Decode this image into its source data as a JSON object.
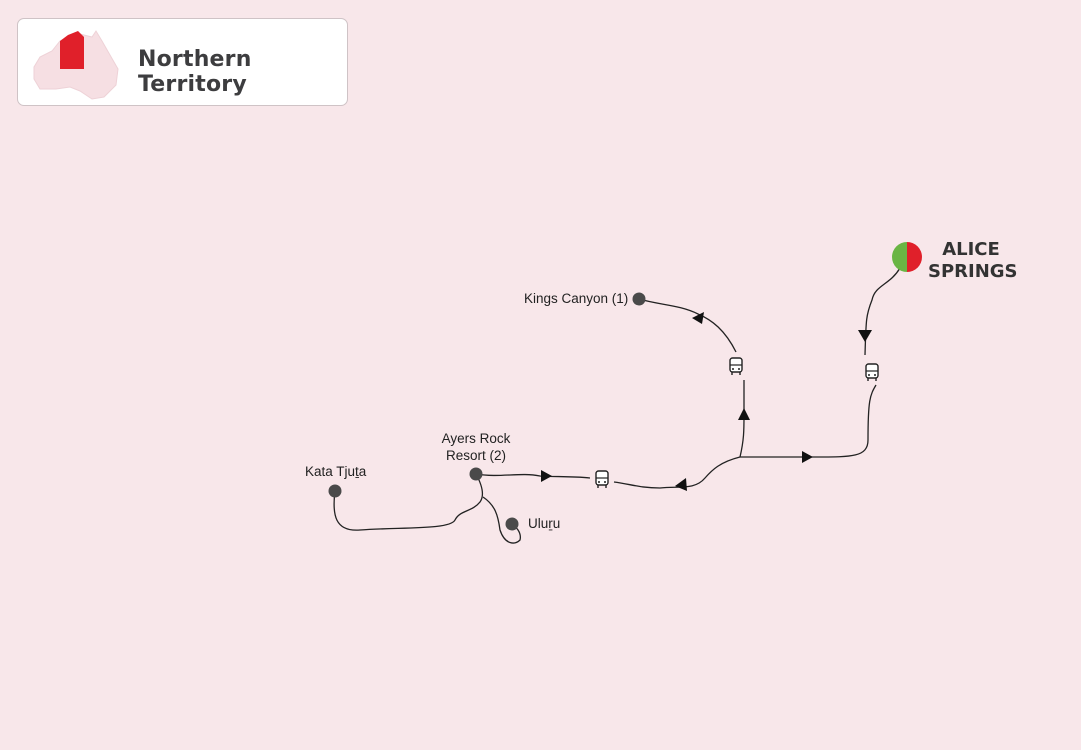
{
  "region_card": {
    "title": "Northern Territory",
    "icon": "australia-map-icon",
    "highlight_color": "#e0202a"
  },
  "destination": {
    "line1": "ALICE",
    "line2": "SPRINGS",
    "colors": [
      "#6ab544",
      "#e0202a"
    ]
  },
  "stops": [
    {
      "label": "Kings Canyon (1)"
    },
    {
      "label_line1": "Ayers Rock",
      "label_line2": "Resort (2)"
    },
    {
      "label": "Kata Tjuṯa"
    },
    {
      "label": "Uluṟu"
    }
  ],
  "transport_icon": "bus-icon",
  "colors": {
    "background": "#f8e7ea",
    "route": "#222222",
    "stop": "#4a4a4a"
  }
}
